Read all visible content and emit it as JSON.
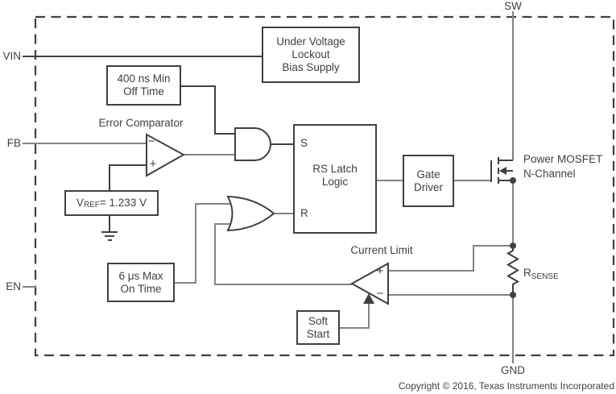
{
  "pins": {
    "vin": "VIN",
    "fb": "FB",
    "en": "EN",
    "sw": "SW",
    "gnd": "GND"
  },
  "blocks": {
    "uvlo": {
      "line1": "Under Voltage",
      "line2": "Lockout",
      "line3": "Bias Supply"
    },
    "min_off": {
      "line1": "400 ns Min",
      "line2": "Off Time"
    },
    "vref": {
      "prefix": "V",
      "sub": "REF",
      "value": " = 1.233 V"
    },
    "latch": {
      "s": "S",
      "r": "R",
      "line1": "RS Latch",
      "line2": "Logic"
    },
    "driver": {
      "line1": "Gate",
      "line2": "Driver"
    },
    "max_on": {
      "line1": "6 μs Max",
      "line2": "On Time"
    },
    "soft_start": {
      "line1": "Soft",
      "line2": "Start"
    }
  },
  "labels": {
    "error_comparator": "Error Comparator",
    "current_limit": "Current Limit",
    "mosfet_line1": "Power MOSFET",
    "mosfet_line2": "N-Channel",
    "rsense_prefix": "R",
    "rsense_sub": "SENSE",
    "err_minus": "−",
    "err_plus": "+",
    "cl_plus": "+",
    "cl_minus": "−"
  },
  "footer": {
    "copyright": "Copyright © 2016, Texas Instruments Incorporated"
  },
  "colors": {
    "wire": "#848484",
    "ink": "#404040",
    "background": "#ffffff"
  }
}
